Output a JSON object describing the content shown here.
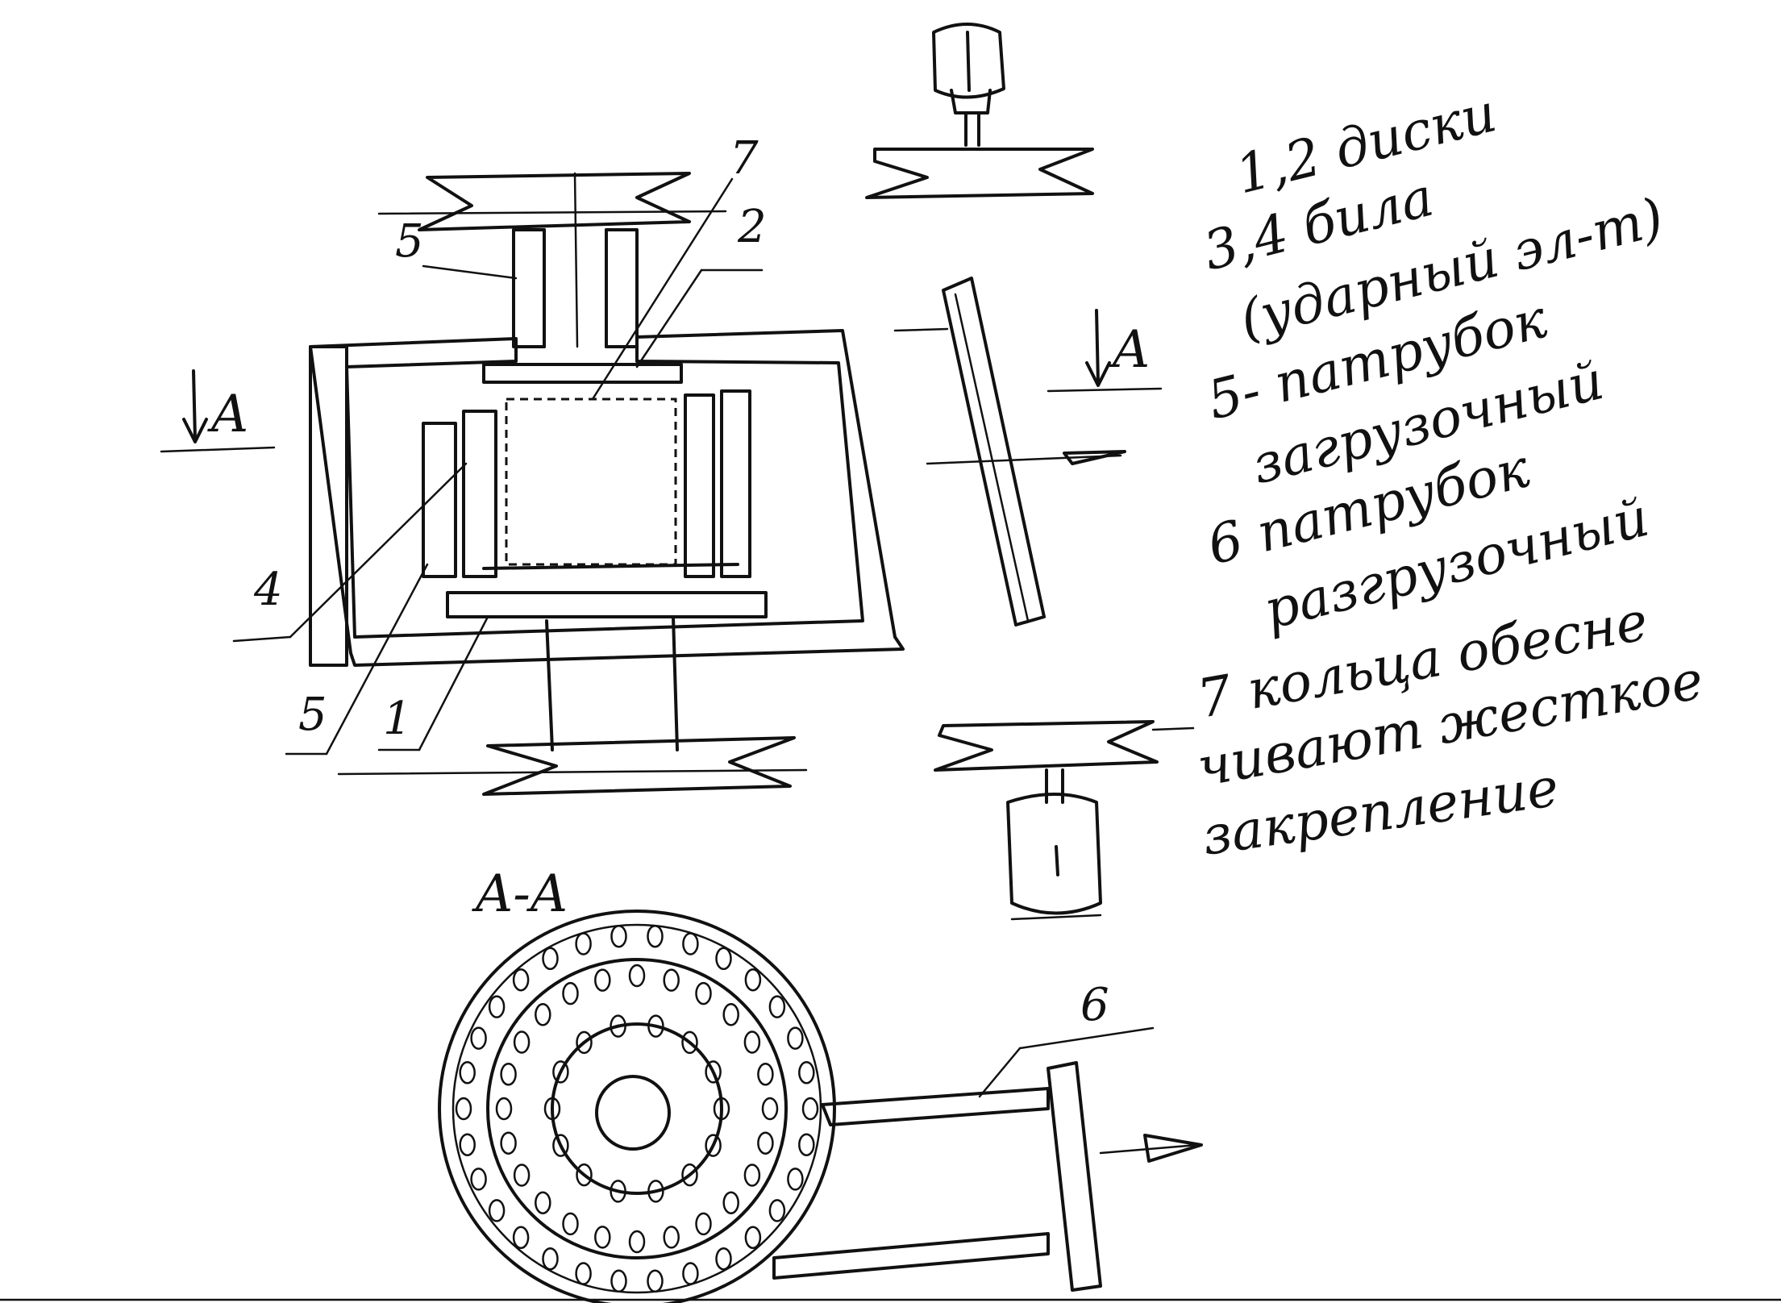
{
  "callouts": {
    "n1": "1",
    "n2": "2",
    "n4": "4",
    "n5_top": "5",
    "n5_bottom": "5",
    "n6": "6",
    "n7": "7"
  },
  "section_marks": {
    "left": "A",
    "right": "A",
    "view": "A-A"
  },
  "legend": {
    "lines": [
      "1,2 диски",
      "3,4 била",
      "(ударный эл-т)",
      "5- патрубок",
      "загрузочный",
      "6 патрубок",
      "разгрузочный",
      "7 кольца обесне",
      "чивают жесткое",
      "закрепление"
    ]
  },
  "colors": {
    "ink": "#111111",
    "paper": "#ffffff"
  }
}
